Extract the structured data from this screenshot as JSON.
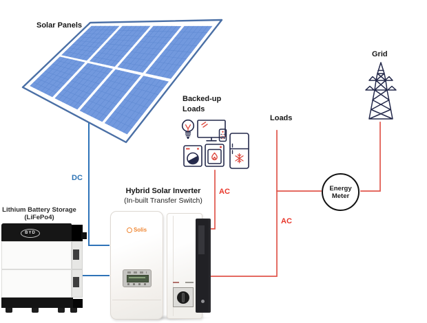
{
  "colors": {
    "dc_line": "#2e73b8",
    "dc_label": "#2e74b5",
    "ac_line": "#e0544a",
    "ac_label": "#e8362a",
    "icon_navy": "#23284a",
    "icon_red": "#dd4b41",
    "panel_cell": "#7299de",
    "panel_cell_line": "#5b86cf",
    "panel_frame": "#4a6fa5",
    "solis_orange": "#ef8632"
  },
  "labels": {
    "solar_panels": "Solar Panels",
    "backed_up_loads": "Backed-up\nLoads",
    "grid": "Grid",
    "loads": "Loads",
    "dc": "DC",
    "ac_backup": "AC",
    "ac_loads": "AC",
    "inverter_title": "Hybrid Solar Inverter",
    "inverter_subtitle": "(In-built Transfer Switch)",
    "battery_title": "Lithium Battery Storage\n(LiFePo4)",
    "energy_meter": "Energy\nMeter"
  },
  "inverter": {
    "brand": "Solis"
  },
  "battery": {
    "brand": "BYD"
  }
}
